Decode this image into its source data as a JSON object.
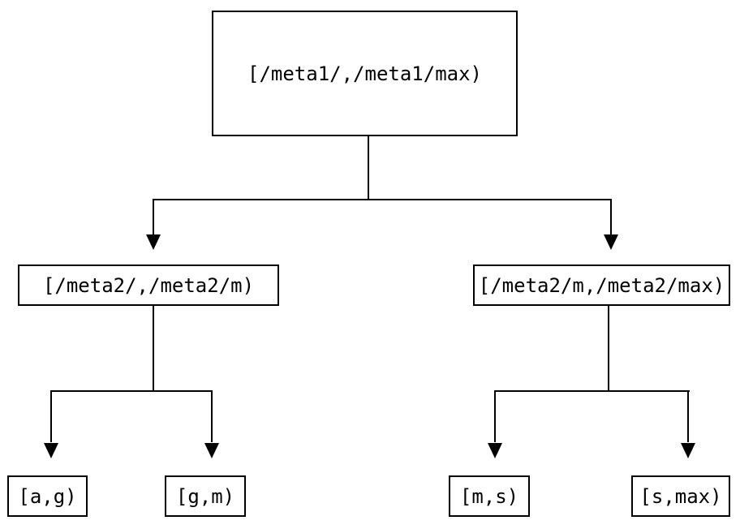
{
  "diagram": {
    "type": "tree",
    "nodes": {
      "root": {
        "label": "[/meta1/,/meta1/max)"
      },
      "mid_left": {
        "label": "[/meta2/,/meta2/m)"
      },
      "mid_right": {
        "label": "[/meta2/m,/meta2/max)"
      },
      "leaf_ag": {
        "label": "[a,g)"
      },
      "leaf_gm": {
        "label": "[g,m)"
      },
      "leaf_ms": {
        "label": "[m,s)"
      },
      "leaf_smax": {
        "label": "[s,max)"
      }
    },
    "edges": [
      {
        "from": "root",
        "to": "mid_left"
      },
      {
        "from": "root",
        "to": "mid_right"
      },
      {
        "from": "mid_left",
        "to": "leaf_ag"
      },
      {
        "from": "mid_left",
        "to": "leaf_gm"
      },
      {
        "from": "mid_right",
        "to": "leaf_ms"
      },
      {
        "from": "mid_right",
        "to": "leaf_smax"
      }
    ],
    "colors": {
      "background": "#ffffff",
      "line": "#000000",
      "border": "#000000",
      "text": "#000000"
    }
  }
}
